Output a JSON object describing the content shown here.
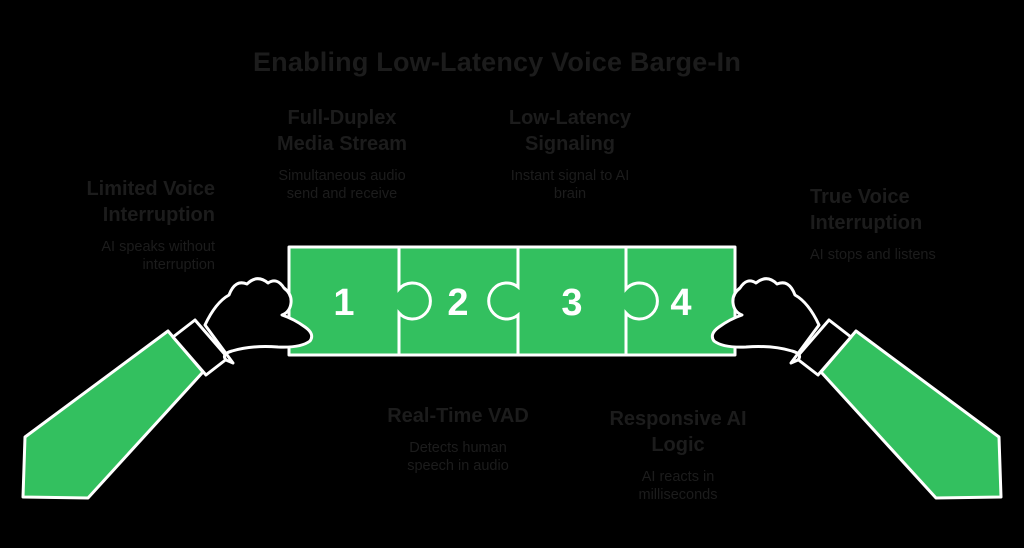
{
  "title": "Enabling Low-Latency Voice Barge-In",
  "colors": {
    "background": "#000000",
    "green": "#33c05f",
    "outline": "#ffffff",
    "text": "#1c1c1c",
    "number": "#ffffff"
  },
  "puzzle": {
    "steps": [
      {
        "number": "1"
      },
      {
        "number": "2"
      },
      {
        "number": "3"
      },
      {
        "number": "4"
      }
    ]
  },
  "labels": {
    "limited_voice": {
      "heading_lines": [
        "Limited Voice",
        "Interruption"
      ],
      "desc_lines": [
        "AI speaks without",
        "interruption"
      ]
    },
    "full_duplex": {
      "heading_lines": [
        "Full-Duplex",
        "Media Stream"
      ],
      "desc_lines": [
        "Simultaneous audio",
        "send and receive"
      ]
    },
    "low_latency": {
      "heading_lines": [
        "Low-Latency",
        "Signaling"
      ],
      "desc_lines": [
        "Instant signal to AI",
        "brain"
      ]
    },
    "true_voice": {
      "heading_lines": [
        "True Voice",
        "Interruption"
      ],
      "desc_lines": [
        "AI stops and listens"
      ]
    },
    "real_time_vad": {
      "heading_lines": [
        "Real-Time VAD"
      ],
      "desc_lines": [
        "Detects human",
        "speech in audio"
      ]
    },
    "responsive_ai": {
      "heading_lines": [
        "Responsive AI",
        "Logic"
      ],
      "desc_lines": [
        "AI reacts in",
        "milliseconds"
      ]
    }
  }
}
